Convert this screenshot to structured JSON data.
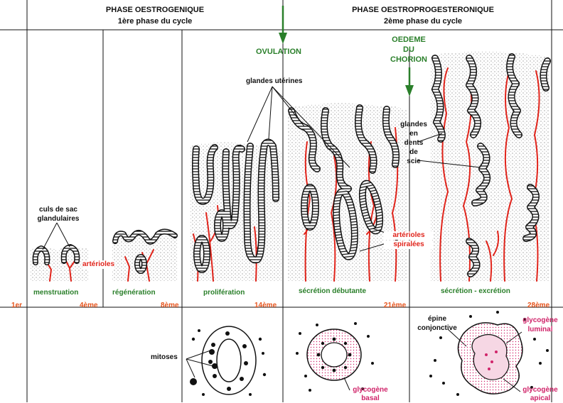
{
  "header": {
    "phase1_title": "PHASE OESTROGENIQUE",
    "phase1_sub": "1ère phase du cycle",
    "phase2_title": "PHASE OESTROPROGESTERONIQUE",
    "phase2_sub": "2ème phase du cycle"
  },
  "events": {
    "ovulation": "OVULATION",
    "oedeme_line1": "OEDEME",
    "oedeme_line2": "DU",
    "oedeme_line3": "CHORION"
  },
  "stages": {
    "menstruation": "menstruation",
    "regeneration": "régénération",
    "proliferation": "prolifération",
    "secretion_debutante": "sécrétion débutante",
    "secretion_excretion": "sécrétion - excrétion"
  },
  "days": {
    "d1": "1er",
    "d4": "4ème",
    "d8": "8ème",
    "d14": "14ème",
    "d21": "21ème",
    "d28": "28ème"
  },
  "labels": {
    "culs_line1": "culs de sac",
    "culs_line2": "glandulaires",
    "arterioles": "artérioles",
    "glandes_uterines": "glandes utérines",
    "glandes_dents_1": "glandes",
    "glandes_dents_2": "en",
    "glandes_dents_3": "dents",
    "glandes_dents_4": "de",
    "glandes_dents_5": "scie",
    "arterioles_spiralees_1": "artérioles",
    "arterioles_spiralees_2": "spiralées",
    "mitoses": "mitoses",
    "glycogene_basal_1": "glycogène",
    "glycogene_basal_2": "basal",
    "epine_1": "épine",
    "epine_2": "conjonctive",
    "glycogene_luminal_1": "glycogène",
    "glycogene_luminal_2": "luminal",
    "glycogene_apical_1": "glycogène",
    "glycogene_apical_2": "apical"
  },
  "colors": {
    "gland_outline": "#111111",
    "arteriole": "#e0241b",
    "event_green": "#2a7f2a",
    "day_orange": "#e6551e",
    "glycogen_pink": "#d0246a",
    "stroma_dots": "#777777"
  }
}
